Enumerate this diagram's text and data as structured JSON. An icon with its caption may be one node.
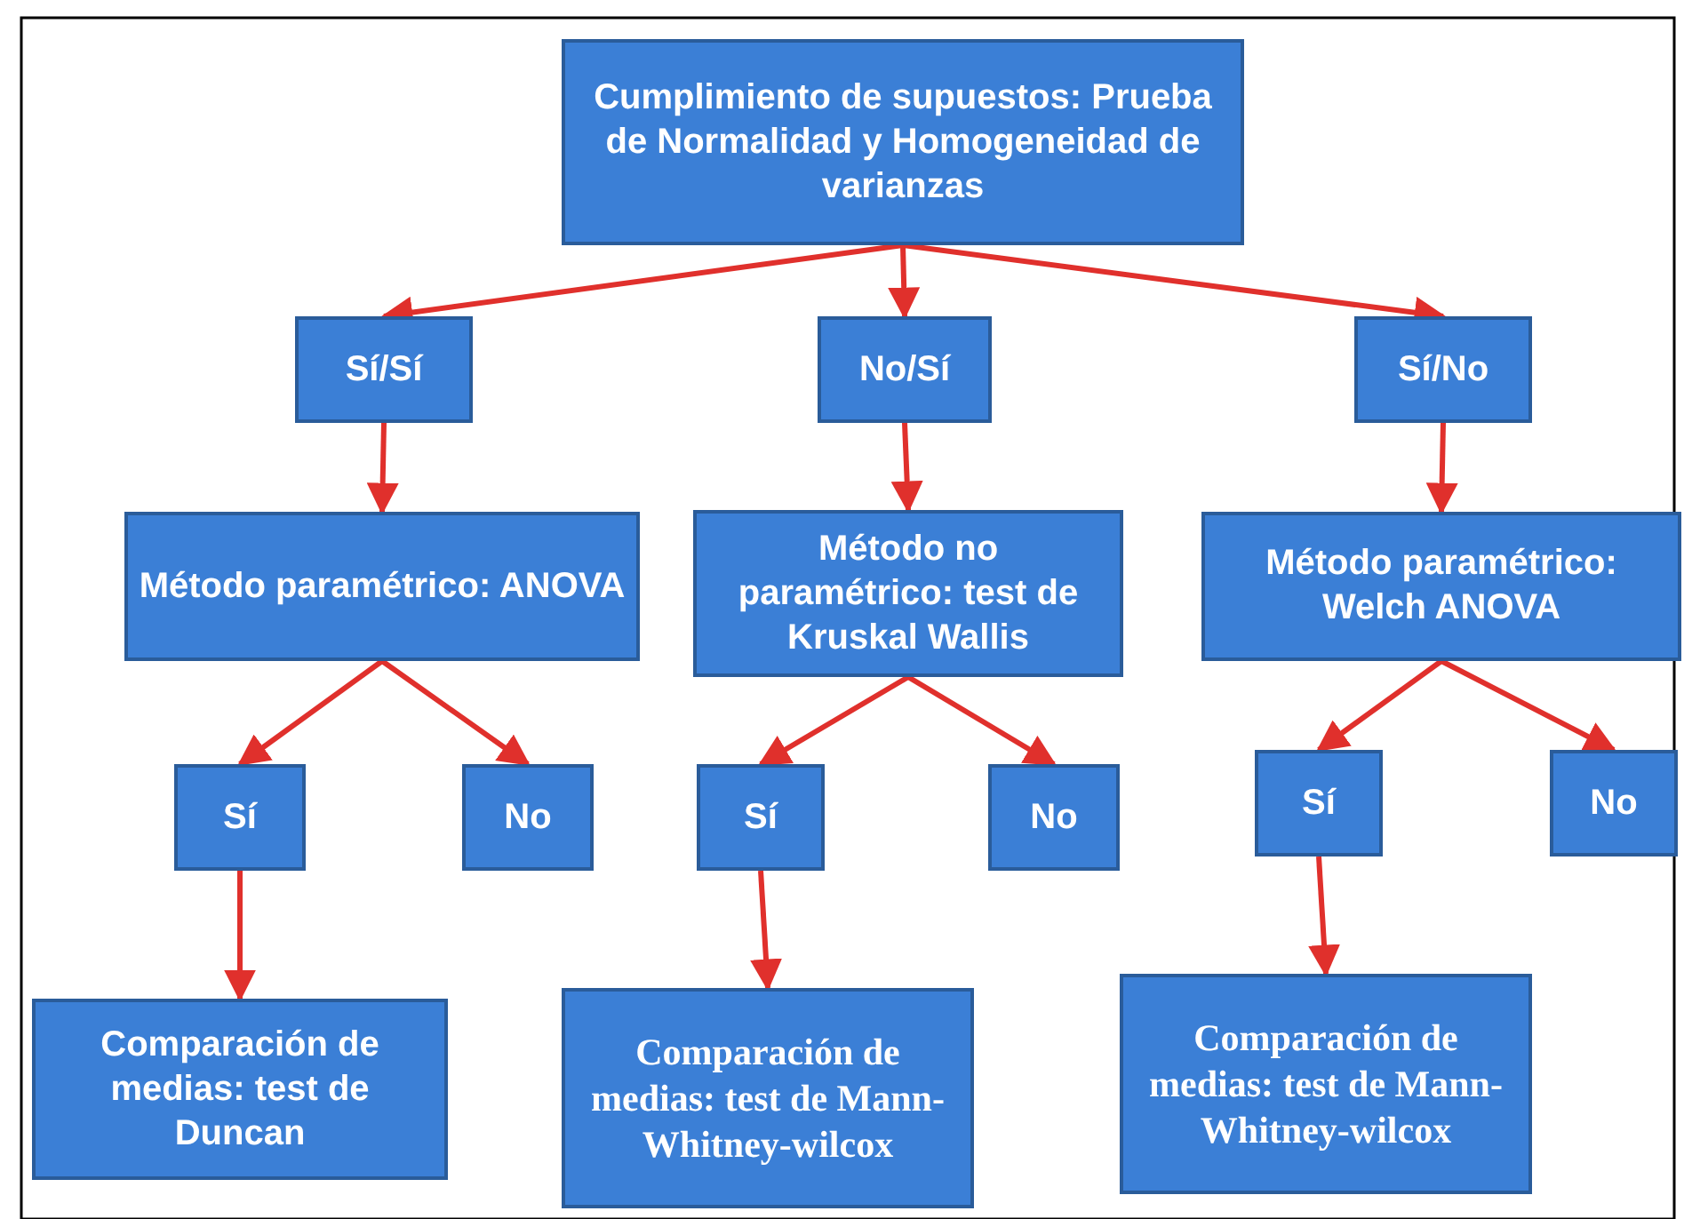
{
  "diagram": {
    "nodes": [
      {
        "text": [
          "Cumplimiento de supuestos: Prueba de Normalidad y Homogeneidad de varianzas"
        ]
      },
      {
        "text": [
          "Sí/Sí"
        ]
      },
      {
        "text": [
          "No/Sí"
        ]
      },
      {
        "text": [
          "Sí/No"
        ]
      },
      {
        "text": [
          "Método paramétrico: ANOVA"
        ]
      },
      {
        "text": [
          "Método no paramétrico: test de Kruskal Wallis"
        ]
      },
      {
        "text": [
          "Método paramétrico: Welch ANOVA"
        ]
      },
      {
        "text": [
          "Sí"
        ]
      },
      {
        "text": [
          "No"
        ]
      },
      {
        "text": [
          "Sí"
        ]
      },
      {
        "text": [
          "No"
        ]
      },
      {
        "text": [
          "Sí"
        ]
      },
      {
        "text": [
          "No"
        ]
      },
      {
        "text": [
          "Comparación de medias: test de Duncan"
        ]
      },
      {
        "text": [
          "Comparación de medias: test de Mann-Whitney-wilcox"
        ]
      },
      {
        "text": [
          "Comparación de medias: test de Mann-Whitney-wilcox"
        ]
      }
    ],
    "edges": [
      {
        "from": 0,
        "to": 1,
        "arrow": "to"
      },
      {
        "from": 0,
        "to": 2,
        "arrow": "to"
      },
      {
        "from": 0,
        "to": 3,
        "arrow": "to"
      },
      {
        "from": 1,
        "to": 4,
        "arrow": "to"
      },
      {
        "from": 2,
        "to": 5,
        "arrow": "to"
      },
      {
        "from": 3,
        "to": 6,
        "arrow": "to"
      },
      {
        "from": 4,
        "to": 7,
        "arrow": "to"
      },
      {
        "from": 4,
        "to": 8,
        "arrow": "to"
      },
      {
        "from": 5,
        "to": 9,
        "arrow": "to"
      },
      {
        "from": 5,
        "to": 10,
        "arrow": "to"
      },
      {
        "from": 6,
        "to": 11,
        "arrow": "to"
      },
      {
        "from": 6,
        "to": 12,
        "arrow": "to"
      },
      {
        "from": 7,
        "to": 13,
        "arrow": "to"
      },
      {
        "from": 9,
        "to": 14,
        "arrow": "to"
      },
      {
        "from": 11,
        "to": 15,
        "arrow": "to"
      }
    ]
  }
}
